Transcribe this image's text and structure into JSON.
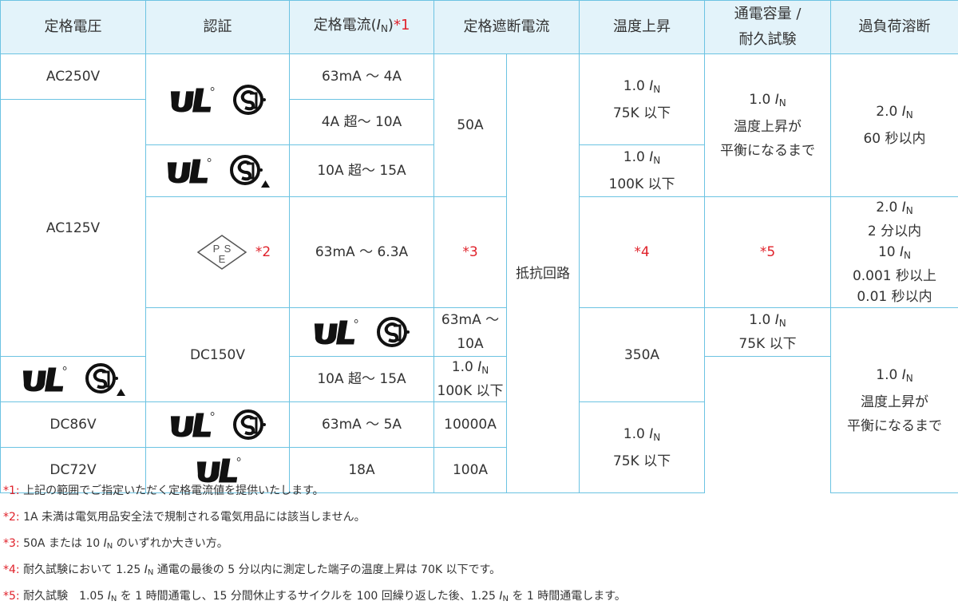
{
  "header": {
    "rated_voltage": "定格電圧",
    "certification": "認証",
    "rated_current_pre": "定格電流(",
    "rated_current_i": "I",
    "rated_current_sub": "N",
    "rated_current_post": ")",
    "rated_current_mark": "*1",
    "breaking_current": "定格遮断電流",
    "temp_rise": "温度上昇",
    "endurance_line1": "通電容量 /",
    "endurance_line2": "耐久試験",
    "overload": "過負荷溶断"
  },
  "voltages": {
    "ac250": "AC250V",
    "ac125": "AC125V",
    "dc150": "DC150V",
    "dc86": "DC86V",
    "dc72": "DC72V"
  },
  "currents": {
    "r1": "63mA ～ 4A",
    "r2": "4A 超～ 10A",
    "r3": "10A 超～ 15A",
    "r4": "63mA ～ 6.3A",
    "r5": "63mA ～ 10A",
    "r6": "10A 超～ 15A",
    "r7": "63mA ～ 5A",
    "r8": "18A"
  },
  "breaking": {
    "b1": "50A",
    "b2": "*3",
    "b3": "350A",
    "b4": "10000A",
    "b5": "100A",
    "resist": "抵抗回路"
  },
  "pse": {
    "letters": [
      "P",
      "S",
      "E"
    ],
    "mark": "*2"
  },
  "temp": {
    "one_val": "1.0",
    "i": "I",
    "sub": "N",
    "k75": "75K 以下",
    "k100": "100K 以下",
    "mark4": "*4"
  },
  "endurance": {
    "one_val": "1.0",
    "line2": "温度上昇が",
    "line3": "平衡になるまで",
    "mark5": "*5"
  },
  "overload": {
    "a_val": "2.0",
    "a_time": "60 秒以内",
    "b_val1": "2.0",
    "b_time1": "2 分以内",
    "b_val2": "10",
    "b_time2": "0.001 秒以上",
    "b_time3": "0.01 秒以内"
  },
  "notes": [
    {
      "mark": "*1:",
      "text": "上記の範囲でご指定いただく定格電流値を提供いたします。"
    },
    {
      "mark": "*2:",
      "text": "1A 未満は電気用品安全法で規制される電気用品には該当しません。"
    },
    {
      "mark": "*3:",
      "pre": "50A または 10 ",
      "i": "I",
      "sub": "N",
      "post": " のいずれか大きい方。"
    },
    {
      "mark": "*4:",
      "pre": "耐久試験において 1.25 ",
      "i": "I",
      "sub": "N",
      "post": " 通電の最後の 5 分以内に測定した端子の温度上昇は 70K 以下です。"
    },
    {
      "mark": "*5:",
      "pre": "耐久試験　1.05 ",
      "i": "I",
      "sub": "N",
      "mid": " を 1 時間通電し、15 分間休止するサイクルを 100 回繰り返した後、1.25 ",
      "i2": "I",
      "sub2": "N",
      "post": " を 1 時間通電します。"
    }
  ],
  "colors": {
    "border": "#6cc3e2",
    "header_bg": "#e3f3fa",
    "accent_red": "#e0222b",
    "logo": "#111111"
  },
  "icons": [
    "ul-recognized-icon",
    "csa-icon",
    "csa-triangle-icon",
    "pse-diamond-icon"
  ]
}
